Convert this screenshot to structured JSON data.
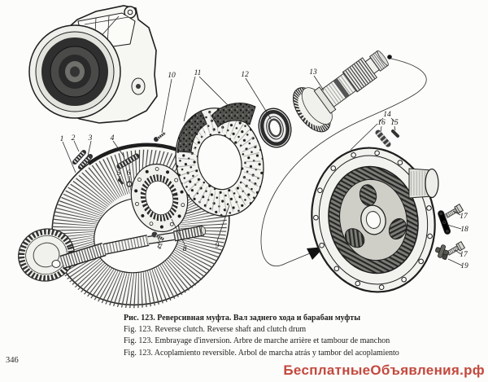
{
  "page": {
    "number": "346",
    "paper_color": "#fcfcfa",
    "ink_color": "#1c1c1c"
  },
  "figure": {
    "captions": [
      {
        "lang": "ru",
        "text": "Рис. 123. Реверсивная муфта. Вал заднего хода и барабан муфты"
      },
      {
        "lang": "en",
        "text": "Fig. 123. Reverse clutch. Reverse shaft and clutch drum"
      },
      {
        "lang": "fr",
        "text": "Fig. 123. Embrayage d'inversion. Arbre de marche arrière et tambour de manchon"
      },
      {
        "lang": "es",
        "text": "Fig. 123. Acoplamiento reversible. Arbol de marcha atrás y tambor del acoplamiento"
      }
    ],
    "callouts": {
      "n1": "1",
      "n2": "2",
      "n3": "3",
      "n4": "4",
      "n5": "5",
      "n6": "6",
      "n7": "7",
      "n8": "8",
      "n9": "9",
      "n10": "10",
      "n11": "11",
      "n12": "12",
      "n13": "13",
      "n14": "14",
      "n15": "15",
      "n16": "16",
      "n17": "17",
      "n18": "18",
      "n19": "19"
    }
  },
  "watermark": {
    "text": "БесплатныеОбъявления.рф",
    "color": "#c3493e"
  }
}
